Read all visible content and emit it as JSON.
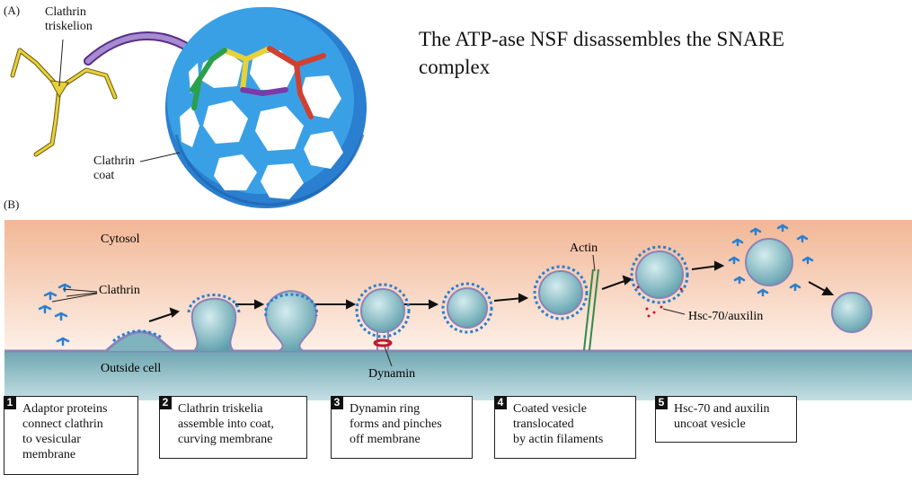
{
  "panel_a": {
    "tag": "(A)",
    "label_triskelion": [
      "Clathrin",
      "triskelion"
    ],
    "label_coat": [
      "Clathrin",
      "coat"
    ]
  },
  "title_lines": [
    "The ATP-ase NSF disassembles the SNARE",
    "complex"
  ],
  "panel_b": {
    "tag": "(B)",
    "label_cytosol": "Cytosol",
    "label_outside": "Outside cell",
    "label_clathrin": "Clathrin",
    "label_actin": "Actin",
    "label_dynamin": "Dynamin",
    "label_hsc": "Hsc-70/auxilin"
  },
  "steps": [
    {
      "num": "1",
      "lines": [
        "Adaptor proteins",
        "connect clathrin",
        "to vesicular",
        "membrane"
      ]
    },
    {
      "num": "2",
      "lines": [
        "Clathrin triskelia",
        "assemble into coat,",
        "curving membrane"
      ]
    },
    {
      "num": "3",
      "lines": [
        "Dynamin ring",
        "forms and pinches",
        "off membrane"
      ]
    },
    {
      "num": "4",
      "lines": [
        "Coated vesicle",
        "translocated",
        "by actin filaments"
      ]
    },
    {
      "num": "5",
      "lines": [
        "Hsc-70 and auxilin",
        "uncoat vesicle"
      ]
    }
  ],
  "colors": {
    "coat_blue": "#2a8fd6",
    "vesicle": "#6aa9b3",
    "cytosol_top": "#f2b796",
    "outside": "#7fb3bd",
    "triskelion_yellow": "#e8d23a",
    "dynamin_red": "#c0182a"
  }
}
